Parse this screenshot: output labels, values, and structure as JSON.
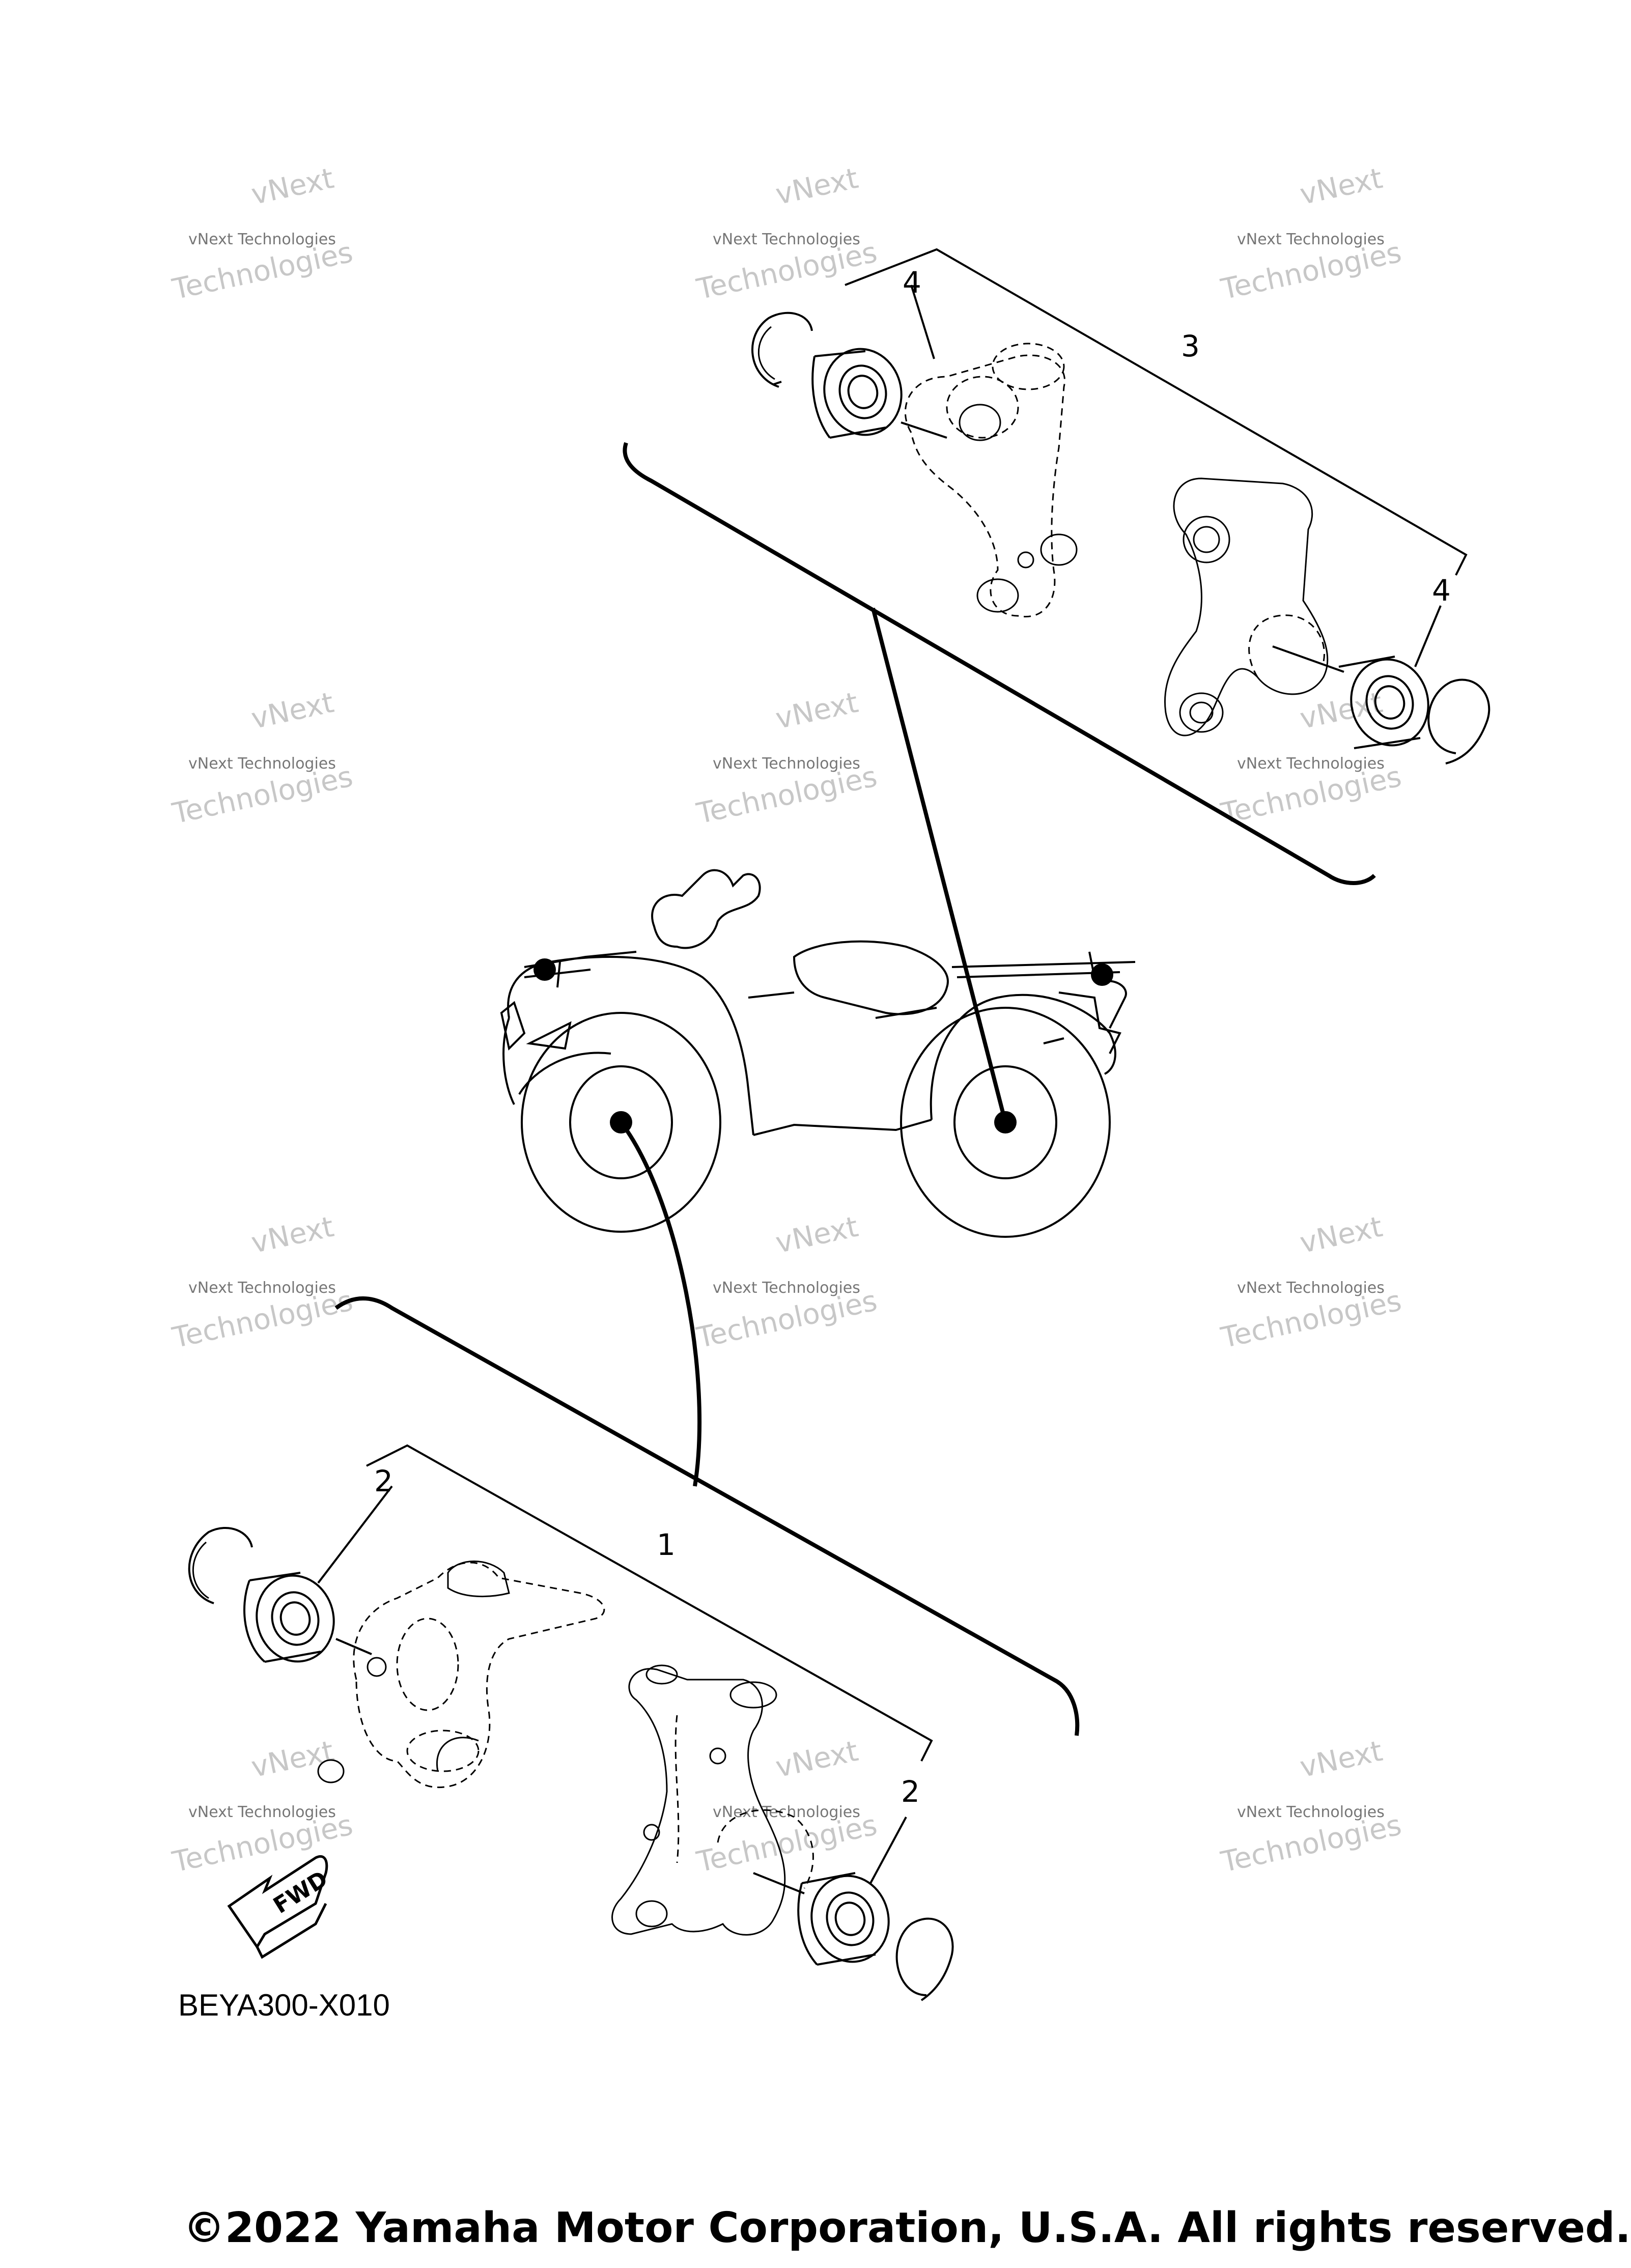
{
  "callouts": {
    "rear_item_4_left": "4",
    "rear_item_3": "3",
    "rear_item_4_right": "4",
    "front_item_2_left": "2",
    "front_item_1": "1",
    "front_item_2_right": "2"
  },
  "fwd_label": "FWD",
  "diagram_code": "BEYA300-X010",
  "copyright": "©2022 Yamaha Motor Corporation, U.S.A. All rights reserved.",
  "watermark": {
    "line1": "vNext",
    "line2": "vNext Technologies",
    "line3": "Technologies"
  },
  "colors": {
    "line": "#000000",
    "watermark": "#9a9a9a"
  }
}
